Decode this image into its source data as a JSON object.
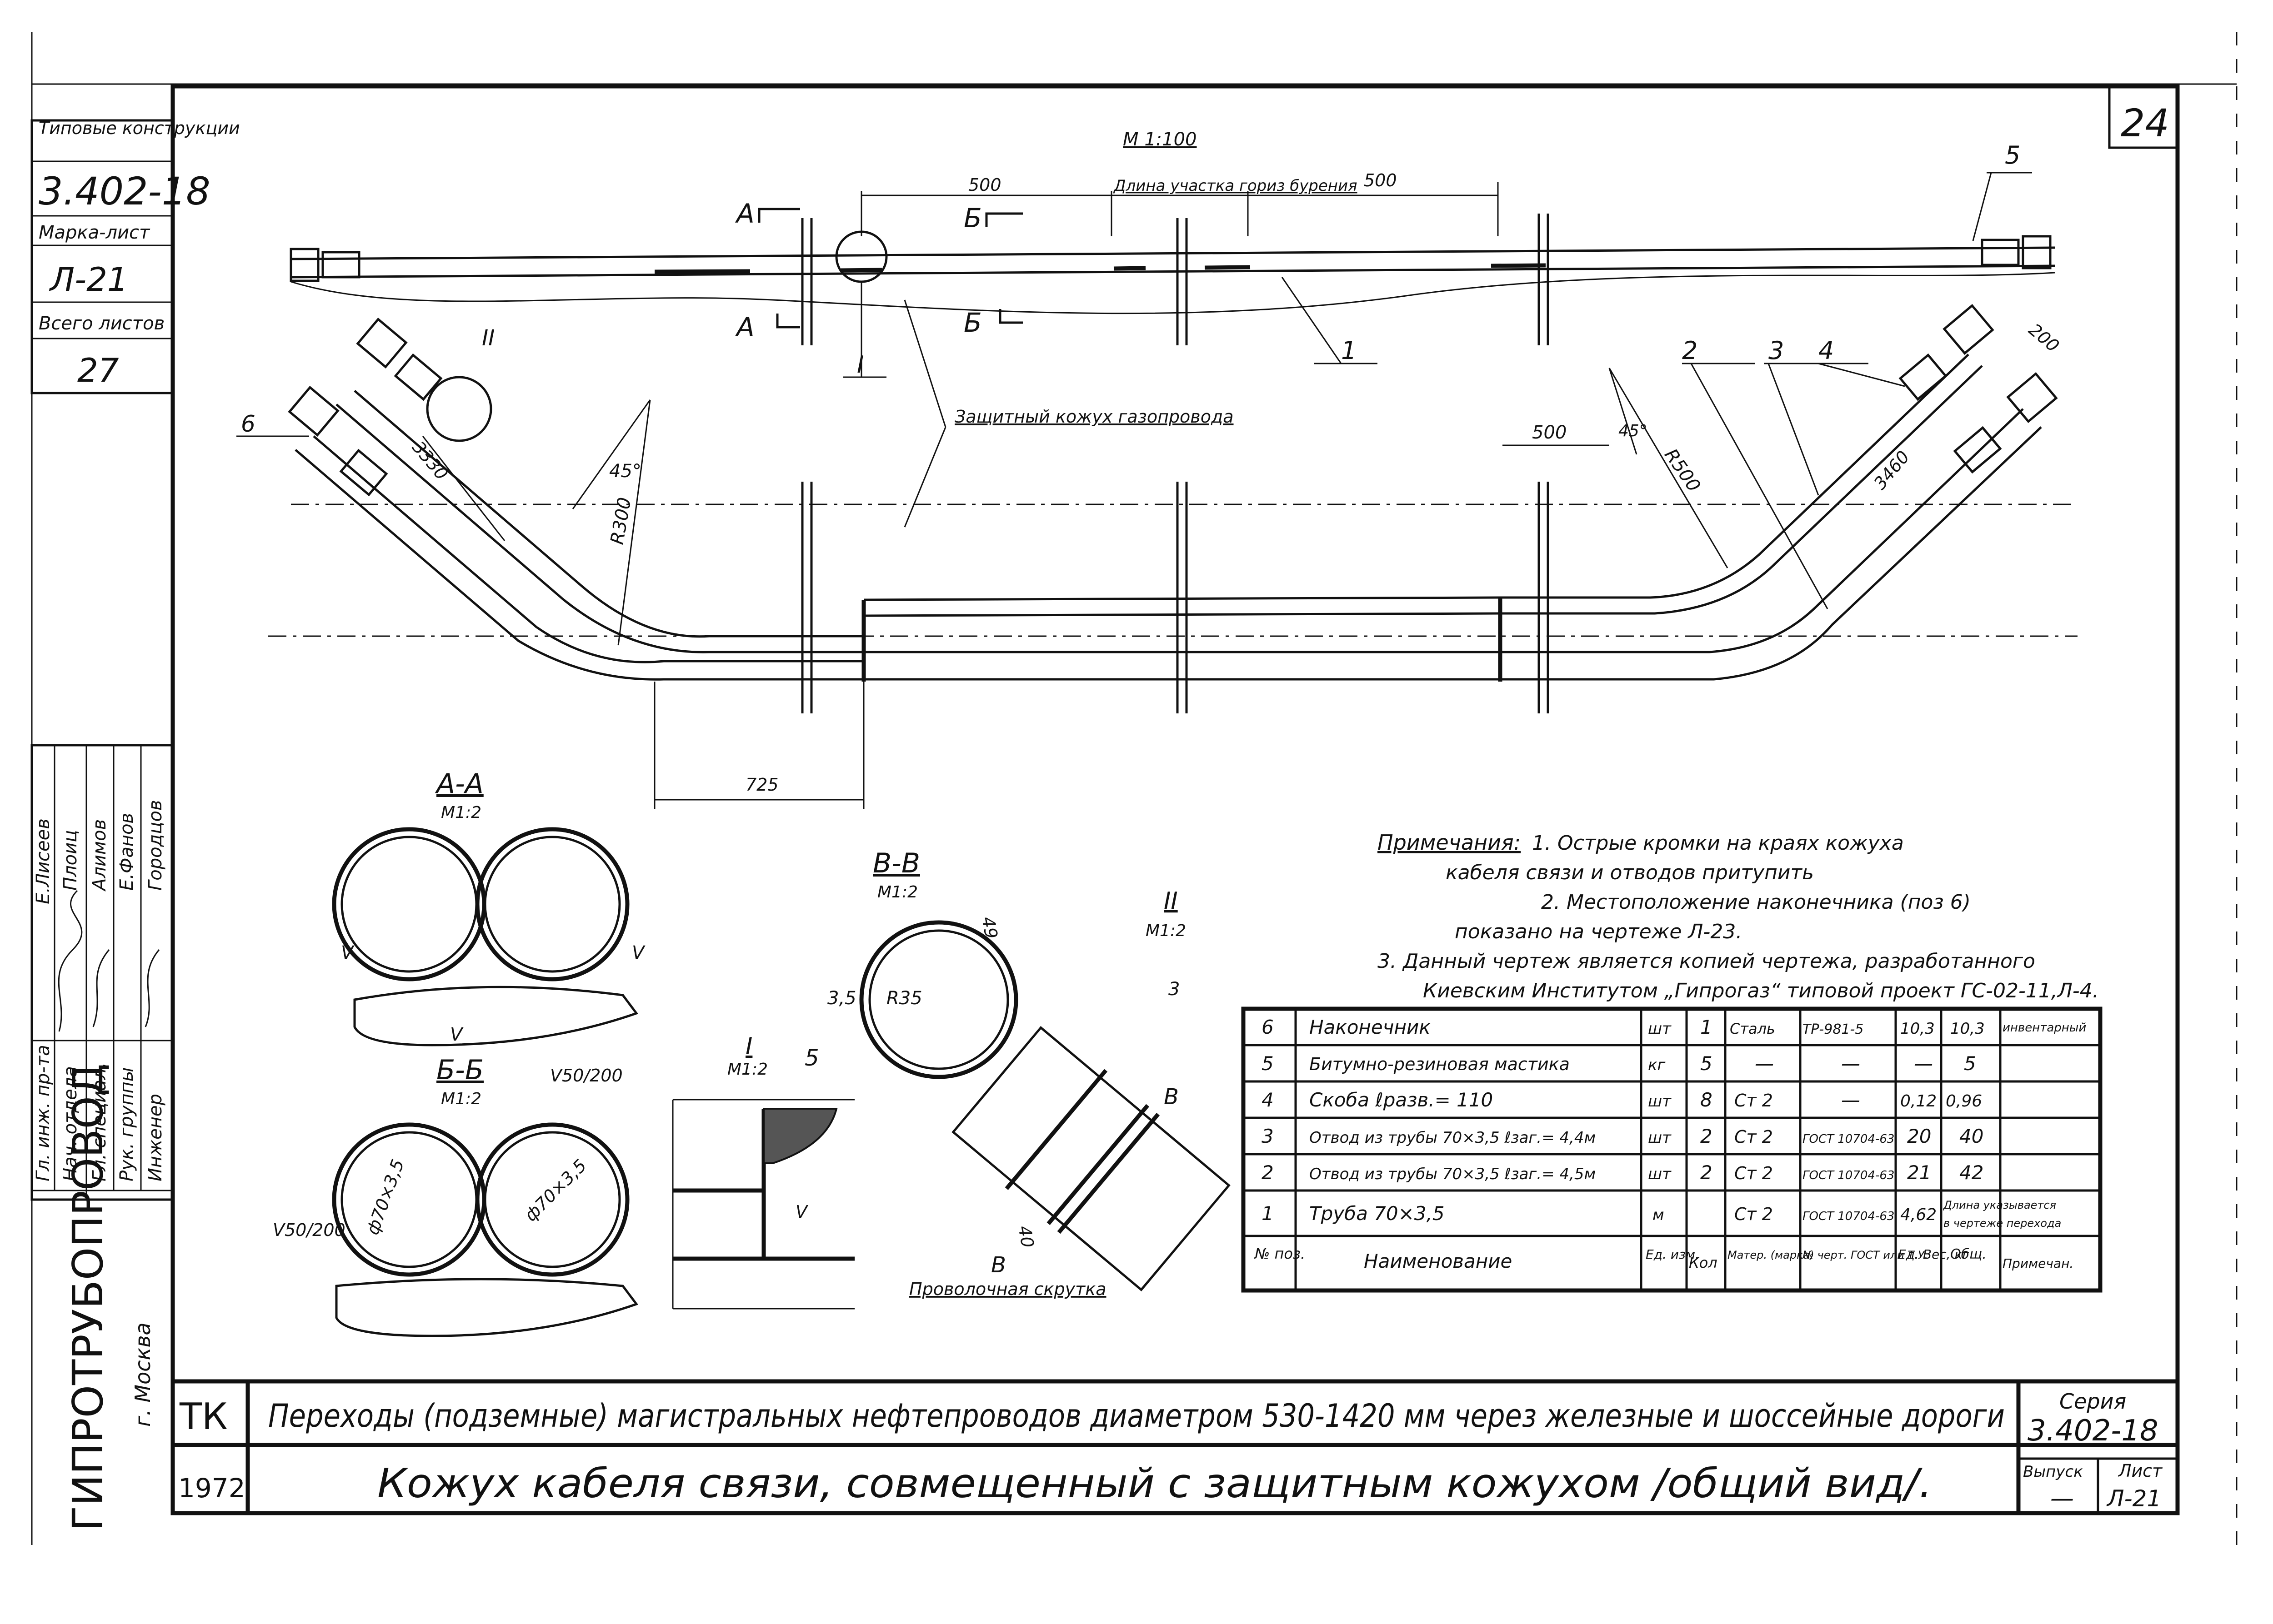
{
  "sheet_number": "24",
  "titleblock": {
    "type_label": "Типовые конструкции",
    "series_code": "3.402-18",
    "mark_label": "Марка-лист",
    "mark_value": "Л-21",
    "total_label": "Всего листов",
    "total_value": "27",
    "org": "ГИПРОТРУБОПРОВОД",
    "city": "г. Москва",
    "tk": "ТК",
    "year": "1972",
    "title_main": "Переходы (подземные) магистральных нефтепроводов диаметром 530-1420 мм через железные и шоссейные дороги",
    "title_sub": "Кожух кабеля связи, совмещенный с защитным кожухом /общий вид/.",
    "series_label": "Серия",
    "series_value": "3.402-18",
    "issue_label": "Выпуск",
    "issue_value": "—",
    "sheet_label": "Лист",
    "sheet_value": "Л-21"
  },
  "signatures": [
    {
      "role": "Гл. инж. пр-та",
      "name": "Е.Лисеев"
    },
    {
      "role": "Нач. отдела",
      "name": "Плоиц"
    },
    {
      "role": "Гл. специал.",
      "name": "Алимов"
    },
    {
      "role": "Рук. группы",
      "name": "Е.Фанов"
    },
    {
      "role": "Инженер",
      "name": "Городцов"
    }
  ],
  "drawing": {
    "scale_top": "М 1:100",
    "dim_500_left": "500",
    "dim_500_right": "500",
    "drill_length": "Длина участка гориз бурения",
    "section_a": "А",
    "section_b": "Б",
    "label_I": "I",
    "label_II": "II",
    "protective_casing": "Защитный кожух газопровода",
    "dim_3330": "3330",
    "dim_3460": "3460",
    "dim_200": "200",
    "dim_500_mid": "500",
    "angle_45": "45°",
    "r300": "R300",
    "r500": "R500",
    "dim_725": "725",
    "positions": [
      "1",
      "2",
      "3",
      "4",
      "5",
      "6"
    ]
  },
  "sections": {
    "aa_title": "А-А",
    "aa_scale": "М1:2",
    "bb_title": "Б-Б",
    "bb_scale": "М1:2",
    "vv_title": "В-В",
    "vv_scale": "М1:2",
    "i_title": "I",
    "i_scale": "М1:2",
    "ii_title": "II",
    "ii_scale": "М1:2",
    "v_mark": "V",
    "v50_200": "V50/200",
    "phi": "ф70×3,5",
    "dim_49": "49",
    "dim_35": "3,5",
    "r35": "R35",
    "dim_40": "40",
    "b_mark": "В",
    "wire": "Проволочная скрутка",
    "pos5": "5",
    "weld": "3"
  },
  "notes": {
    "title": "Примечания:",
    "lines": [
      "1. Острые кромки на краях кожуха",
      "кабеля связи и отводов притупить",
      "2. Местоположение наконечника (поз 6)",
      "показано на чертеже Л-23.",
      "3. Данный чертеж является копией чертежа, разработанного",
      "Киевским Институтом „Гипрогаз“ типовой проект ГС-02-11,Л-4."
    ]
  },
  "spec_table": {
    "rows": [
      {
        "pos": "6",
        "name": "Наконечник",
        "unit": "шт",
        "qty": "1",
        "mat": "Сталь",
        "doc": "ТР-981-5",
        "w": "10,3",
        "tot": "10,3",
        "note": "инвентарный"
      },
      {
        "pos": "5",
        "name": "Битумно-резиновая мастика",
        "unit": "кг",
        "qty": "5",
        "mat": "—",
        "doc": "—",
        "w": "—",
        "tot": "5",
        "note": ""
      },
      {
        "pos": "4",
        "name": "Скоба ℓразв.= 110",
        "unit": "шт",
        "qty": "8",
        "mat": "Ст 2",
        "doc": "—",
        "w": "0,12",
        "tot": "0,96",
        "note": ""
      },
      {
        "pos": "3",
        "name": "Отвод из трубы 70×3,5 ℓзаг.= 4,4м",
        "unit": "шт",
        "qty": "2",
        "mat": "Ст 2",
        "doc": "ГОСТ 10704-63",
        "w": "20",
        "tot": "40",
        "note": ""
      },
      {
        "pos": "2",
        "name": "Отвод из трубы 70×3,5 ℓзаг.= 4,5м",
        "unit": "шт",
        "qty": "2",
        "mat": "Ст 2",
        "doc": "ГОСТ 10704-63",
        "w": "21",
        "tot": "42",
        "note": ""
      },
      {
        "pos": "1",
        "name": "Труба 70×3,5",
        "unit": "м",
        "qty": "",
        "mat": "Ст 2",
        "doc": "ГОСТ 10704-63",
        "w": "4,62",
        "tot": "Длина указывается",
        "note": "в чертеже перехода"
      }
    ],
    "header": {
      "pos": "№ поз.",
      "name": "Наименование",
      "unit": "Ед. изм.",
      "qty": "Кол",
      "mat": "Матер. (марка)",
      "doc": "№ черт. ГОСТ или Т.У.",
      "w": "Ед. Вес, кг",
      "tot": "Общ.",
      "note": "Примечан."
    }
  }
}
